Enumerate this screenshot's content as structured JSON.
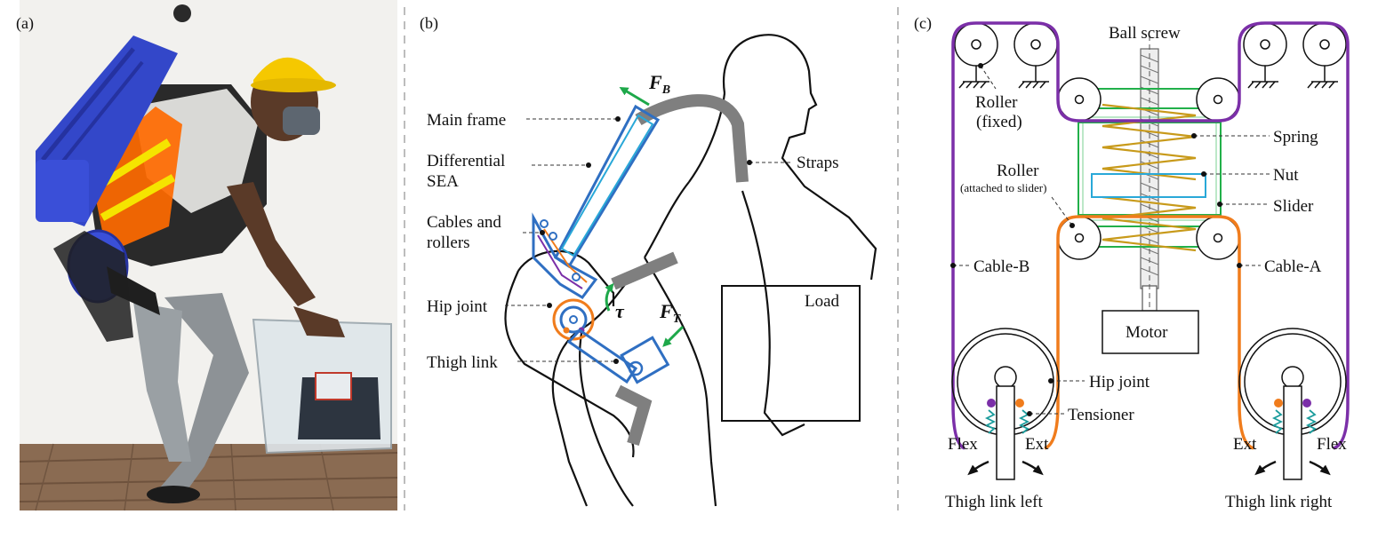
{
  "panels": {
    "a": "(a)",
    "b": "(b)",
    "c": "(c)"
  },
  "panel_b": {
    "main_frame": "Main frame",
    "differential_1": "Differential",
    "differential_2": "SEA",
    "cables_1": "Cables and",
    "cables_2": "rollers",
    "hip_joint": "Hip joint",
    "thigh_link": "Thigh link",
    "straps": "Straps",
    "load": "Load",
    "force_b": "F",
    "force_b_sub": "B",
    "force_t": "F",
    "force_t_sub": "T",
    "torque": "τ"
  },
  "panel_c": {
    "ball_screw": "Ball screw",
    "roller_fixed_1": "Roller",
    "roller_fixed_2": "(fixed)",
    "roller_attached_1": "Roller",
    "roller_attached_2": "(attached to slider)",
    "spring": "Spring",
    "nut": "Nut",
    "slider": "Slider",
    "cable_b": "Cable-B",
    "cable_a": "Cable-A",
    "motor": "Motor",
    "hip_joint": "Hip joint",
    "tensioner": "Tensioner",
    "flex_left": "Flex",
    "ext_left": "Ext",
    "ext_right": "Ext",
    "flex_right": "Flex",
    "thigh_left": "Thigh link left",
    "thigh_right": "Thigh link right"
  },
  "colors": {
    "frame_blue": "#2f6fc2",
    "light_blue": "#29a8d8",
    "cable_orange": "#f07c1c",
    "cable_purple": "#7b2fa8",
    "slider_green": "#22b04a",
    "spring_gold": "#c89a1a",
    "arrow_green": "#1ea84a",
    "strap_gray": "#7f7f7f",
    "helmet_yellow": "#f5c800",
    "vest_orange": "#ff6a00",
    "device_blue": "#3347c9"
  }
}
